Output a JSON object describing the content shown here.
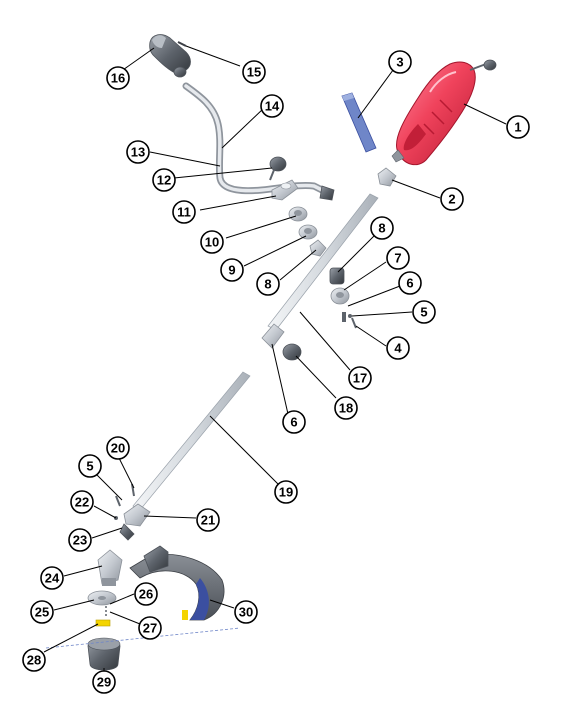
{
  "colors": {
    "engine_body": "#f0435c",
    "engine_dark": "#c21f38",
    "plate_blue": "#6f86c8",
    "guard": "#5a5f66",
    "guard_edge": "#3b4fa0",
    "line_yellow": "#f4d400",
    "metal": "#c9ced4"
  },
  "callouts": [
    {
      "label": "1"
    },
    {
      "label": "2"
    },
    {
      "label": "3"
    },
    {
      "label": "4"
    },
    {
      "label": "5"
    },
    {
      "label": "6"
    },
    {
      "label": "7"
    },
    {
      "label": "8"
    },
    {
      "label": "5"
    },
    {
      "label": "6"
    },
    {
      "label": "8"
    },
    {
      "label": "9"
    },
    {
      "label": "10"
    },
    {
      "label": "11"
    },
    {
      "label": "12"
    },
    {
      "label": "13"
    },
    {
      "label": "14"
    },
    {
      "label": "15"
    },
    {
      "label": "16"
    },
    {
      "label": "17"
    },
    {
      "label": "18"
    },
    {
      "label": "19"
    },
    {
      "label": "20"
    },
    {
      "label": "21"
    },
    {
      "label": "22"
    },
    {
      "label": "23"
    },
    {
      "label": "24"
    },
    {
      "label": "25"
    },
    {
      "label": "26"
    },
    {
      "label": "27"
    },
    {
      "label": "28"
    },
    {
      "label": "29"
    },
    {
      "label": "30"
    }
  ]
}
